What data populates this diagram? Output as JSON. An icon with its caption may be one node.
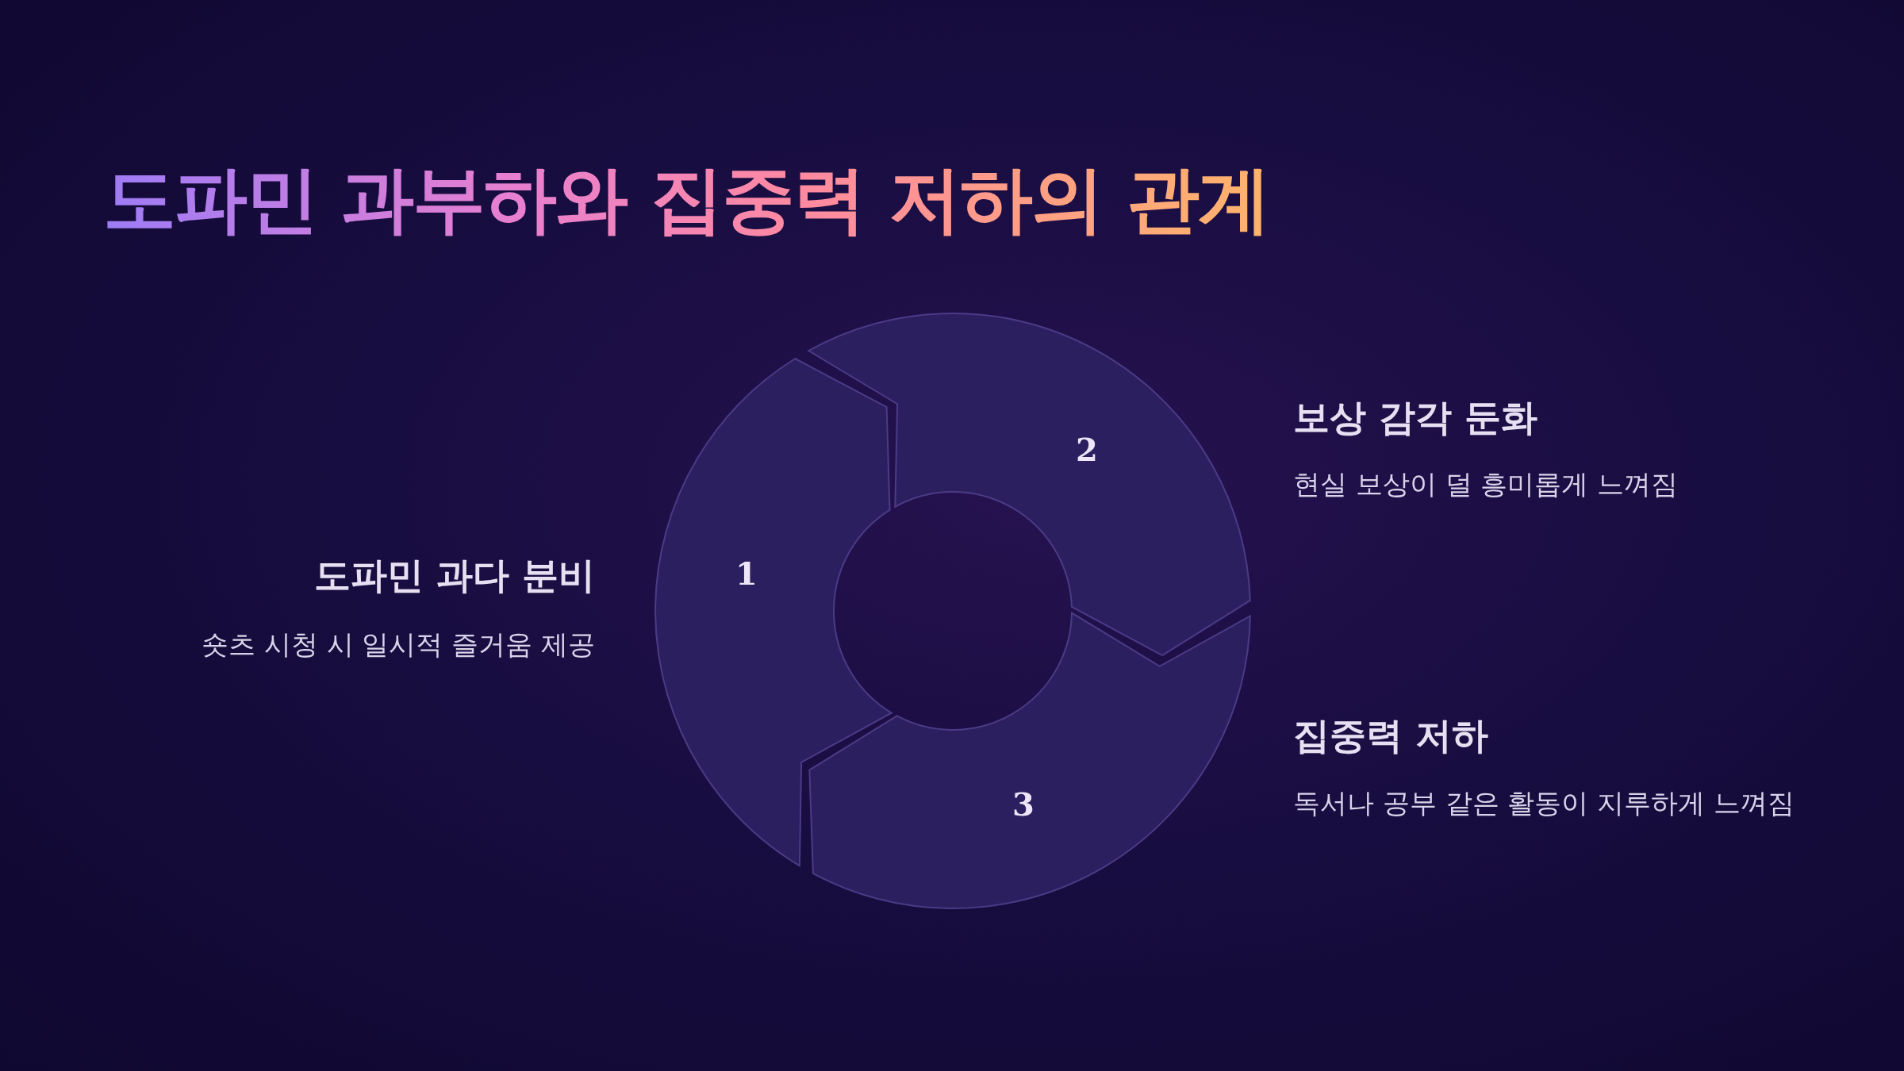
{
  "diagram": {
    "title": "도파민 과부하와 집중력 저하의 관계",
    "nodes": [
      {
        "text": [
          "1"
        ],
        "beside": [
          "도파민 과다 분비",
          "숏츠 시청 시 일시적 즐거움 제공"
        ]
      },
      {
        "text": [
          "2"
        ],
        "beside": [
          "보상 감각 둔화",
          "현실 보상이 덜 흥미롭게 느껴짐"
        ]
      },
      {
        "text": [
          "3"
        ],
        "beside": [
          "집중력 저하",
          "독서나 공부 같은 활동이 지루하게 느껴짐"
        ]
      }
    ]
  }
}
